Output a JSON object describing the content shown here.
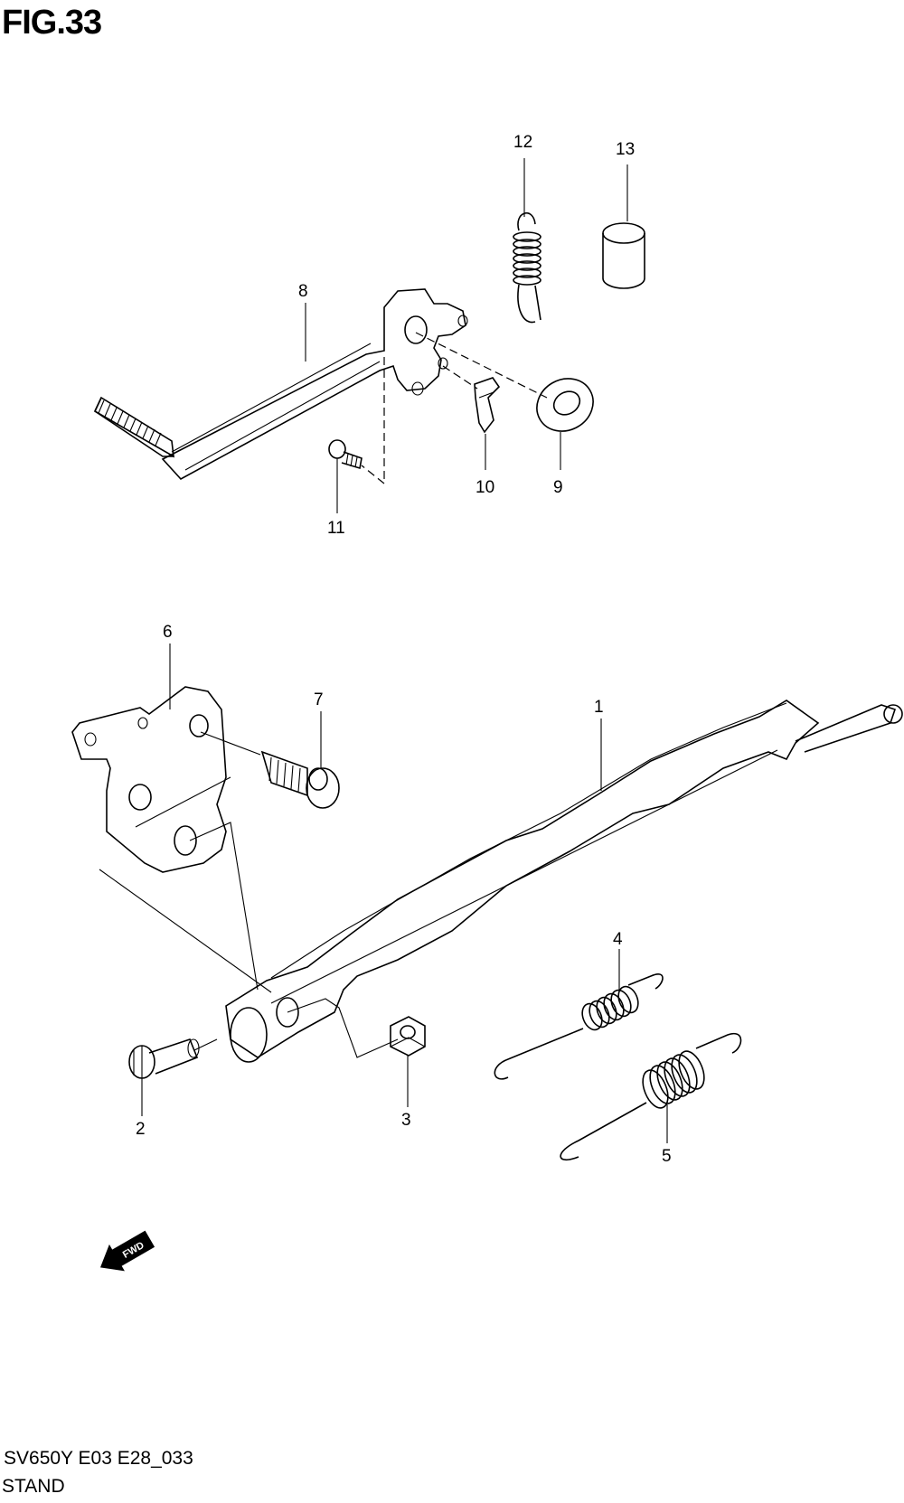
{
  "figure": {
    "title": "FIG.33",
    "drawing_code": "SV650Y E03 E28_033",
    "caption": "STAND",
    "direction_marker": "FWD"
  },
  "parts": [
    {
      "callout": "1"
    },
    {
      "callout": "2"
    },
    {
      "callout": "3"
    },
    {
      "callout": "4"
    },
    {
      "callout": "5"
    },
    {
      "callout": "6"
    },
    {
      "callout": "7"
    },
    {
      "callout": "8"
    },
    {
      "callout": "9"
    },
    {
      "callout": "10"
    },
    {
      "callout": "11"
    },
    {
      "callout": "12"
    },
    {
      "callout": "13"
    }
  ]
}
